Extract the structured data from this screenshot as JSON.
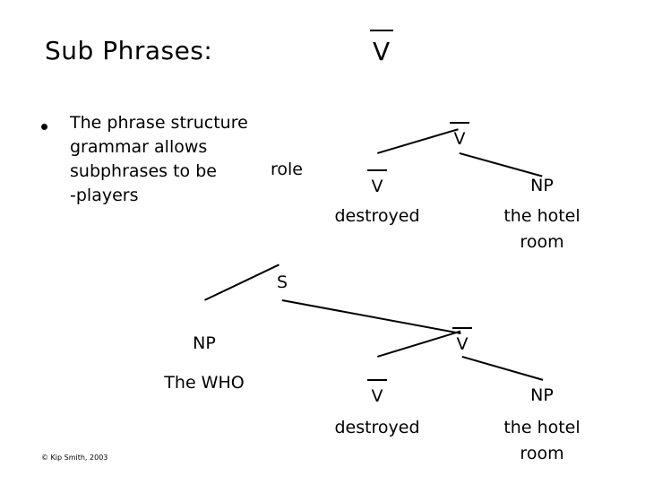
{
  "slide": {
    "title": "Sub Phrases:",
    "title_symbol": "V",
    "footer": "© Kip Smith, 2003"
  },
  "bullet": {
    "text": "The phrase structure grammar allows subphrases to be",
    "tail": "-players",
    "inline_word": "role"
  },
  "tree_top": {
    "root": "V",
    "left_child": "V",
    "right_child": "NP",
    "left_leaf": "destroyed",
    "right_leaf_line1": "the hotel",
    "right_leaf_line2": "room"
  },
  "tree_bottom": {
    "root": "S",
    "left_child": "NP",
    "right_child": "V",
    "left_leaf": "The WHO",
    "right_left_child": "V",
    "right_right_child": "NP",
    "right_left_leaf": "destroyed",
    "right_right_leaf_line1": "the hotel",
    "right_right_leaf_line2": "room"
  }
}
